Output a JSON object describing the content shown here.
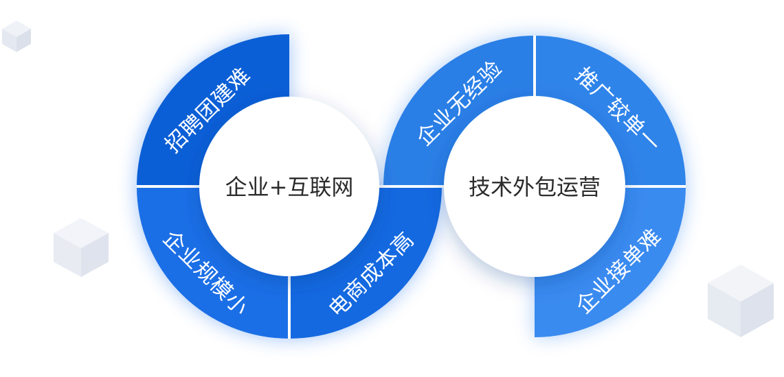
{
  "left_hub": {
    "title": "企业+互联网",
    "segments": [
      "招聘团建难",
      "企业规模小",
      "电商成本高"
    ]
  },
  "right_hub": {
    "title": "技术外包运营",
    "segments": [
      "企业无经验",
      "推广较单一",
      "企业接单难"
    ]
  },
  "colors": {
    "left_top": "#0b5fd6",
    "left_bottom": "#1b6fe6",
    "left_bottom_right": "#1469e0",
    "right_top_left": "#2a7fe6",
    "right_top_right": "#2f84ea",
    "right_bottom": "#3a8bf0",
    "text_on_blue": "#ffffff",
    "hub_text": "#2b2b2b"
  }
}
